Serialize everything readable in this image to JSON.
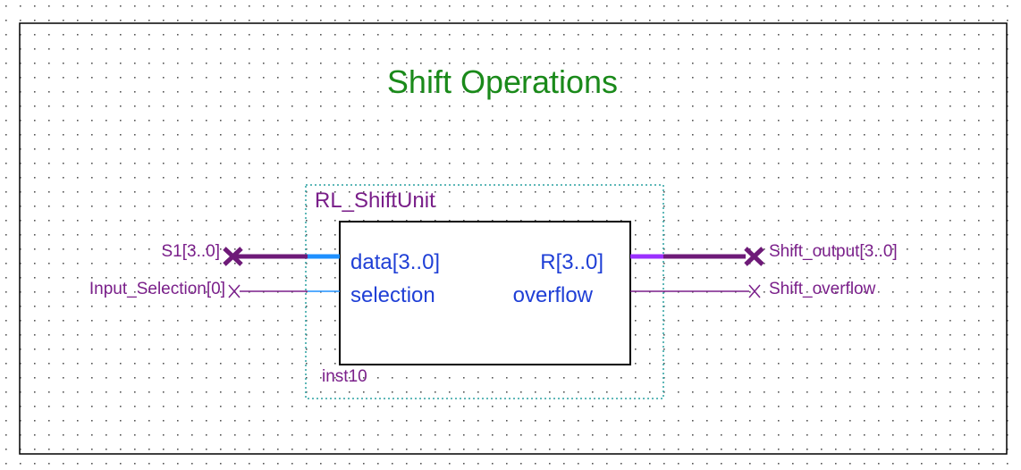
{
  "diagram": {
    "title": "Shift Operations",
    "block": {
      "name": "RL_ShiftUnit",
      "instance": "inst10",
      "ports": {
        "data_in": "data[3..0]",
        "selection_in": "selection",
        "result_out": "R[3..0]",
        "overflow_out": "overflow"
      }
    },
    "pins": {
      "input_bus": "S1[3..0]",
      "input_select": "Input_Selection[0]",
      "output_bus": "Shift_output[3..0]",
      "output_overflow": "Shift_overflow"
    },
    "colors": {
      "title": "#1a8a1a",
      "block_name": "#7a1f8a",
      "port_label": "#1f3fd6",
      "pin_label": "#7a1f8a",
      "bus_wire": "#6e1a78",
      "port_bus_stub_in": "#1e90ff",
      "port_bus_stub_out": "#9b30ff",
      "single_wire": "#7a1f8a",
      "single_stub_in": "#1e90ff",
      "frame_border": "#2aa0a0",
      "grid_dot": "#555555"
    }
  }
}
